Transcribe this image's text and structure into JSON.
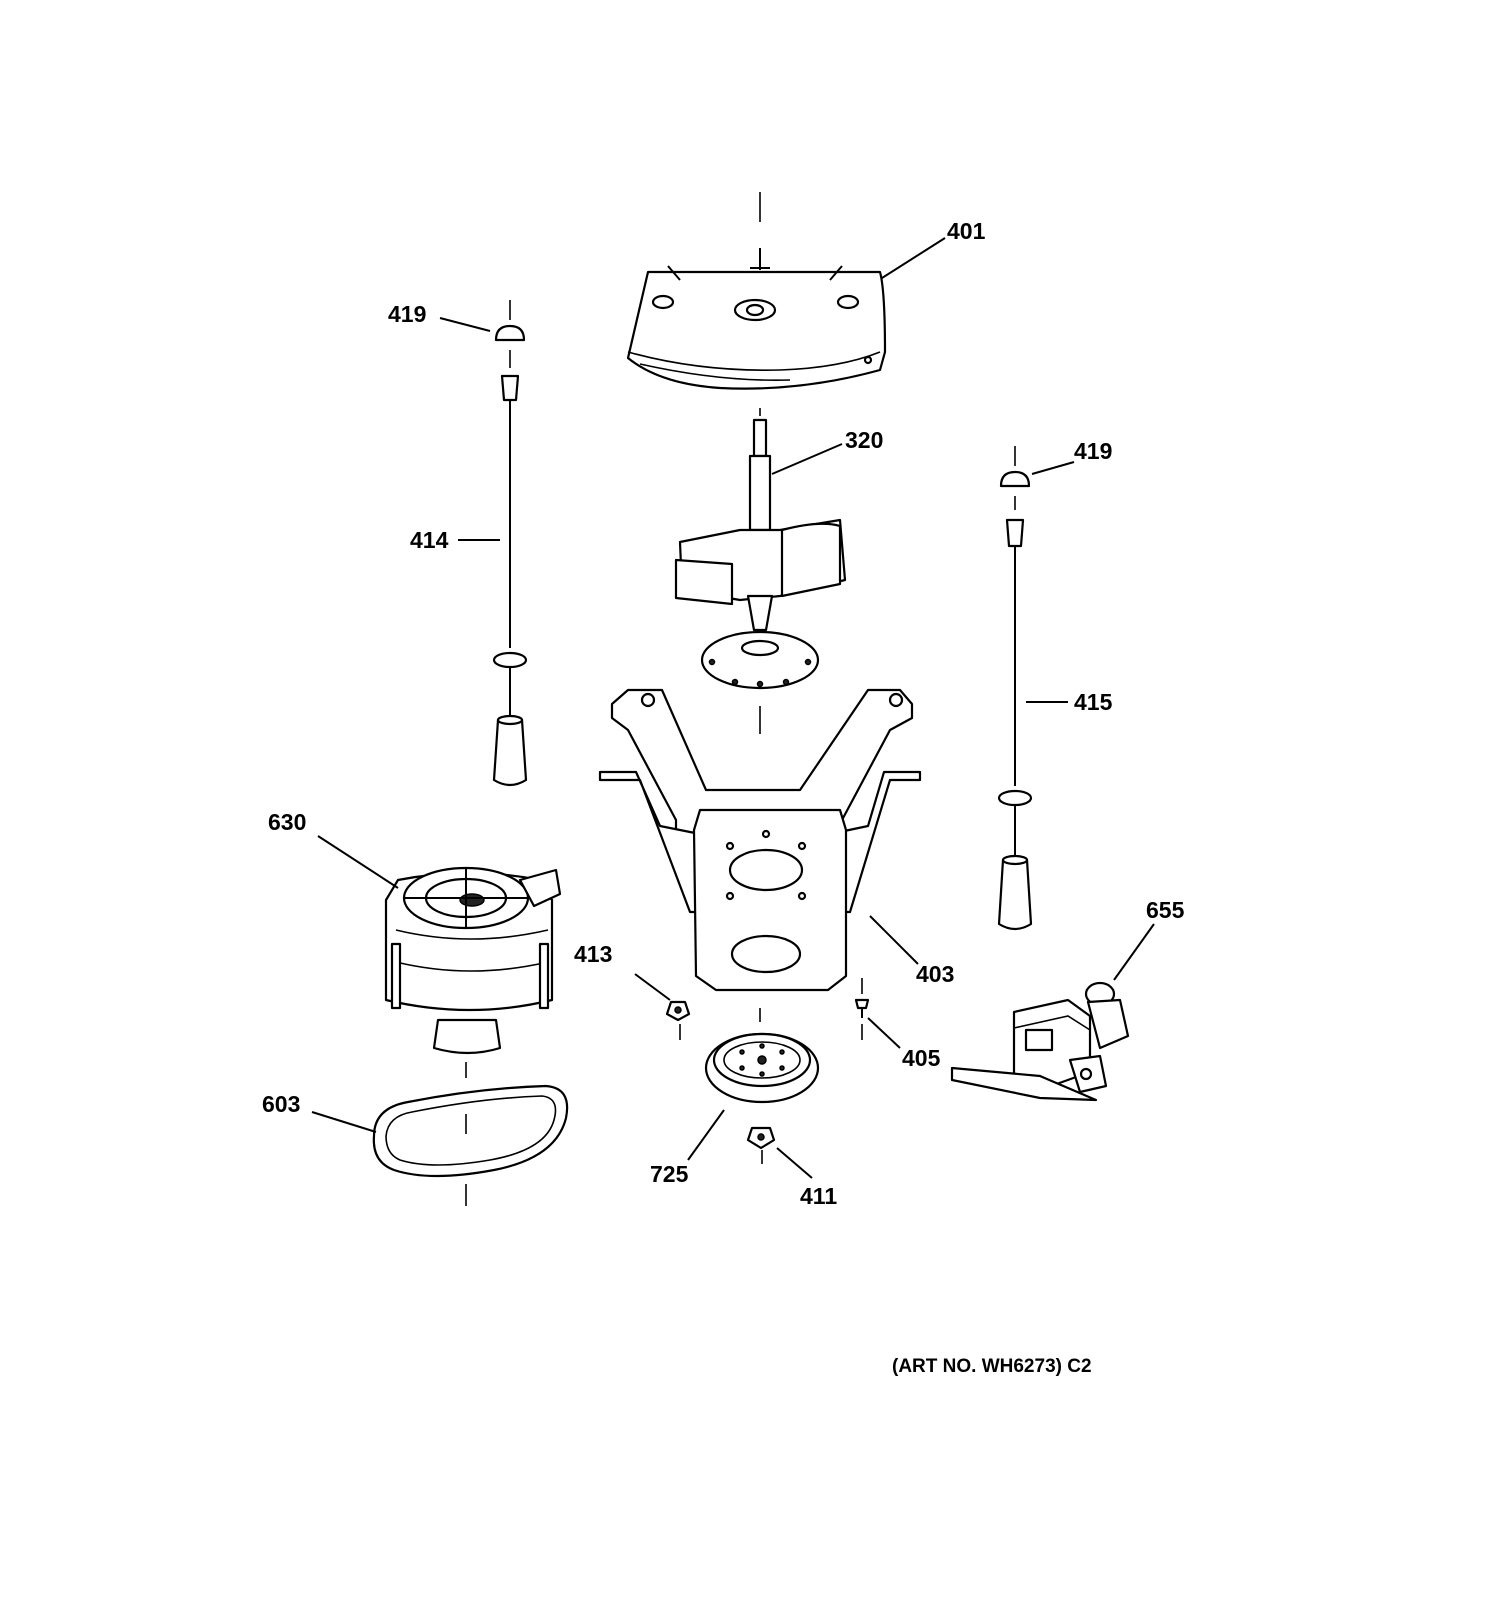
{
  "labels": {
    "p401": "401",
    "p419_left": "419",
    "p419_right": "419",
    "p414": "414",
    "p320": "320",
    "p415": "415",
    "p630": "630",
    "p413": "413",
    "p403": "403",
    "p655": "655",
    "p405": "405",
    "p603": "603",
    "p725": "725",
    "p411": "411"
  },
  "art_number": "(ART NO. WH6273) C2"
}
